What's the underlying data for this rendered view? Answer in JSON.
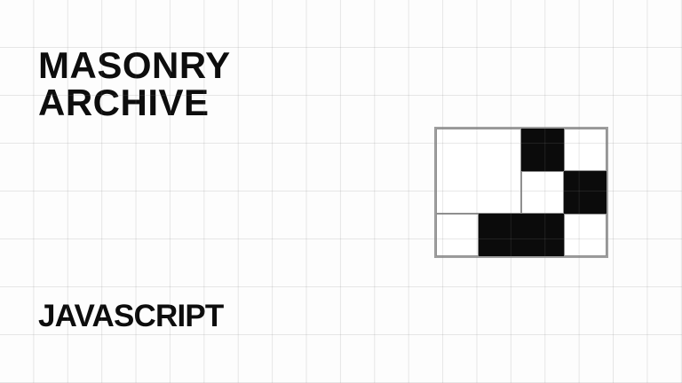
{
  "page": {
    "background_color": "#fdfdfd",
    "grid_line_color": "rgba(125,125,125,0.18)",
    "ink_color": "#0d0d0d"
  },
  "title": {
    "line1": "MASONRY",
    "line2": "ARCHIVE"
  },
  "subtitle": {
    "label": "JAVASCRIPT"
  },
  "figure": {
    "name": "masonry-grid",
    "border_color": "#9e9e9e",
    "cell_line_color": "#8f8f8f",
    "black_fill": "#0b0b0b",
    "white_fill": "#ffffff",
    "columns": 4,
    "rows": 3,
    "cells": [
      {
        "col": 1,
        "row": 1,
        "colspan": 2,
        "rowspan": 2,
        "fill": "white"
      },
      {
        "col": 3,
        "row": 1,
        "colspan": 1,
        "rowspan": 1,
        "fill": "black"
      },
      {
        "col": 4,
        "row": 1,
        "colspan": 1,
        "rowspan": 1,
        "fill": "white"
      },
      {
        "col": 3,
        "row": 2,
        "colspan": 1,
        "rowspan": 1,
        "fill": "white"
      },
      {
        "col": 4,
        "row": 2,
        "colspan": 1,
        "rowspan": 1,
        "fill": "black"
      },
      {
        "col": 1,
        "row": 3,
        "colspan": 1,
        "rowspan": 1,
        "fill": "white"
      },
      {
        "col": 2,
        "row": 3,
        "colspan": 2,
        "rowspan": 1,
        "fill": "black"
      },
      {
        "col": 4,
        "row": 3,
        "colspan": 1,
        "rowspan": 1,
        "fill": "white"
      }
    ]
  }
}
